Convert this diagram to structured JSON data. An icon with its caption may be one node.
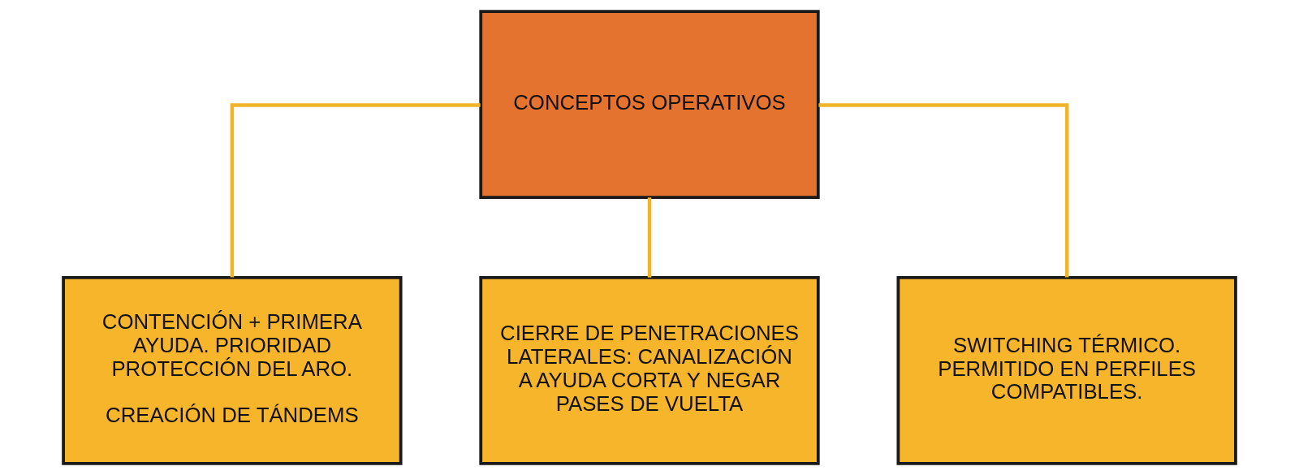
{
  "diagram": {
    "nodes": [
      {
        "text": [
          "CONCEPTOS OPERATIVOS"
        ]
      },
      {
        "text": [
          "CONTENCIÓN + PRIMERA AYUDA. PRIORIDAD PROTECCIÓN DEL ARO.",
          "CREACIÓN DE TÁNDEMS"
        ]
      },
      {
        "text": [
          "CIERRE DE PENETRACIONES LATERALES: CANALIZACIÓN A AYUDA CORTA Y NEGAR PASES DE VUELTA"
        ]
      },
      {
        "text": [
          "SWITCHING TÉRMICO. PERMITIDO EN PERFILES COMPATIBLES."
        ]
      }
    ],
    "edges": [
      {
        "from": 0,
        "to": 1,
        "arrow": "none"
      },
      {
        "from": 0,
        "to": 2,
        "arrow": "none"
      },
      {
        "from": 0,
        "to": 3,
        "arrow": "none"
      }
    ]
  }
}
